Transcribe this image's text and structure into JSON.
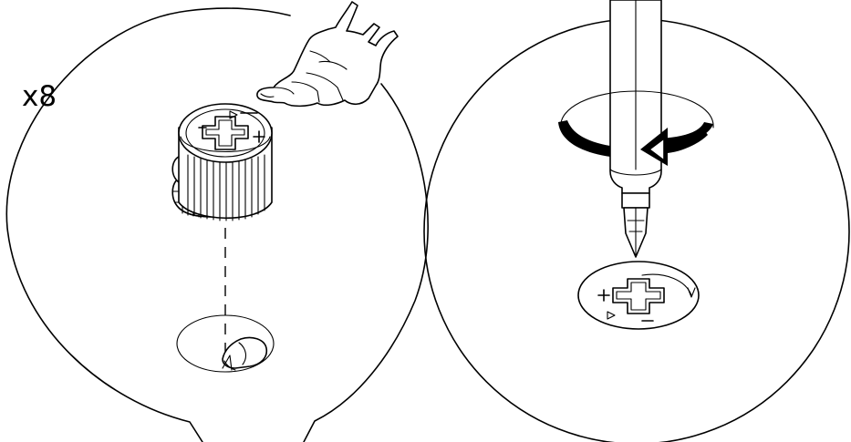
{
  "panels": [
    {
      "id": "insert-cam-lock",
      "quantity_label": "x8"
    },
    {
      "id": "turn-with-screwdriver"
    }
  ],
  "icons": [
    "pointing-hand-icon",
    "cam-lock-fitting-icon",
    "phillips-screwdriver-icon",
    "clockwise-rotation-arrow-icon",
    "drilled-hole-icon"
  ],
  "colors": {
    "line": "#000000",
    "background": "#ffffff"
  }
}
